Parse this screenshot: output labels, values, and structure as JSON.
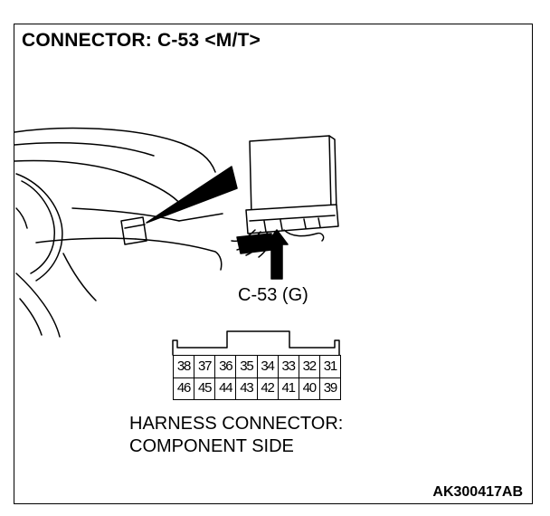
{
  "title": "CONNECTOR: C-53 <M/T>",
  "connector_label": "C-53 (G)",
  "pins": {
    "row1": [
      "38",
      "37",
      "36",
      "35",
      "34",
      "33",
      "32",
      "31"
    ],
    "row2": [
      "46",
      "45",
      "44",
      "43",
      "42",
      "41",
      "40",
      "39"
    ]
  },
  "caption": {
    "line1": "HARNESS CONNECTOR:",
    "line2": "COMPONENT SIDE"
  },
  "figure_code": "AK300417AB",
  "icons": [
    "dashboard-drawing",
    "control-unit-drawing",
    "pointer-arrow"
  ]
}
